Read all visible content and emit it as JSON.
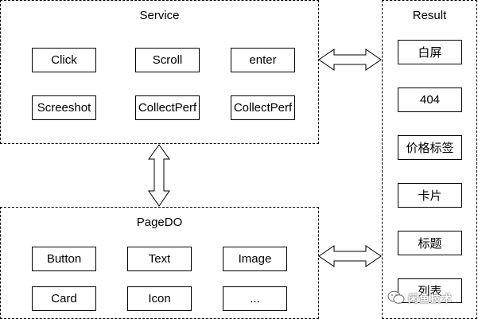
{
  "service": {
    "title": "Service",
    "items": [
      "Click",
      "Scroll",
      "enter",
      "Screeshot",
      "CollectPerf",
      "CollectPerf"
    ]
  },
  "pagedo": {
    "title": "PageDO",
    "items": [
      "Button",
      "Text",
      "Image",
      "Card",
      "Icon",
      "..."
    ]
  },
  "result": {
    "title": "Result",
    "items": [
      "白屏",
      "404",
      "价格标签",
      "卡片",
      "标题",
      "列表"
    ]
  },
  "watermark": {
    "text": "闲鱼技术",
    "icon": "wechat-icon"
  },
  "colors": {
    "stroke": "#000000",
    "fill": "#ffffff"
  }
}
